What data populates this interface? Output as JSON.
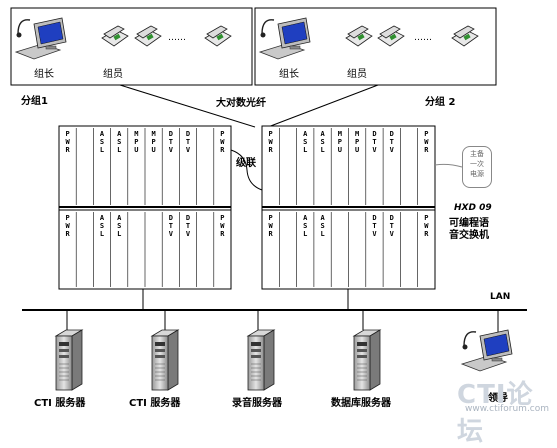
{
  "groups": [
    {
      "leader_label": "组长",
      "member_label": "组员",
      "dots": "……"
    },
    {
      "leader_label": "组长",
      "member_label": "组员",
      "dots": "……"
    }
  ],
  "group_names": [
    "分组1",
    "分组 2"
  ],
  "fiber_label": "大对数光纤",
  "cascade_label": "级联",
  "power_note": [
    "主备",
    "一次",
    "电源"
  ],
  "switch_model": "HXD 09",
  "switch_name_lines": [
    "可编程语",
    "音交换机"
  ],
  "lan_label": "LAN",
  "servers": [
    "CTI 服务器",
    "CTI 服务器",
    "录音服务器",
    "数据库服务器"
  ],
  "monitor_label": "领导",
  "logo": {
    "main": "CTI论坛",
    "sub": "www.ctiforum.com"
  },
  "cabinet_left": {
    "top_cards": [
      "PWR",
      "ASL",
      "ASL",
      "MPU",
      "MPU",
      "DTV",
      "DTV",
      "PWR"
    ],
    "bottom_cards": [
      "PWR",
      "ASL",
      "ASL",
      "DTV",
      "DTV",
      "PWR"
    ]
  },
  "cabinet_right": {
    "top_cards": [
      "PWR",
      "ASL",
      "ASL",
      "MPU",
      "MPU",
      "DTV",
      "DTV",
      "PWR"
    ],
    "bottom_cards": [
      "PWR",
      "ASL",
      "ASL",
      "DTV",
      "DTV",
      "PWR"
    ]
  }
}
